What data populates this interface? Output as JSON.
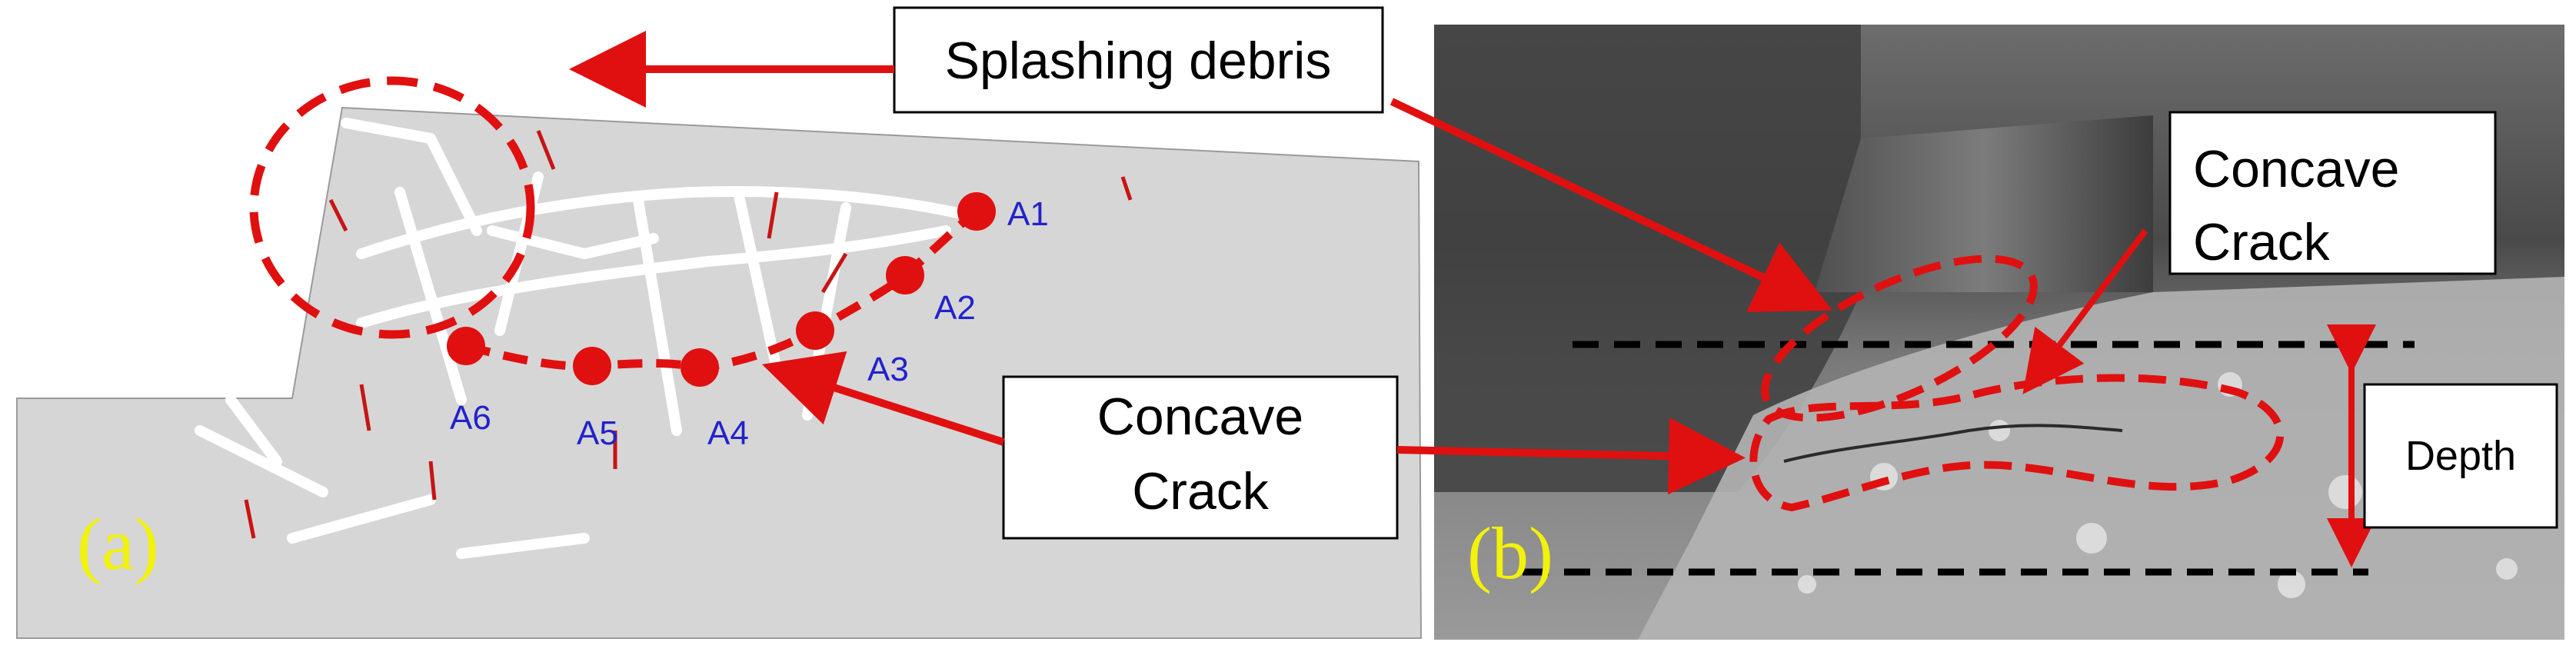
{
  "panels": [
    {
      "label": "(a)"
    },
    {
      "label": "(b)"
    }
  ],
  "callouts": {
    "splashing_debris": "Splashing debris",
    "concave_crack_a": [
      "Concave",
      "Crack"
    ],
    "concave_crack_b": [
      "Concave",
      "Crack"
    ],
    "depth": "Depth"
  },
  "points": [
    "A1",
    "A2",
    "A3",
    "A4",
    "A5",
    "A6"
  ],
  "colors": {
    "annotation_red": "#e01010",
    "point_label_blue": "#2222cc",
    "panel_label_yellow": "#f2f20a",
    "simulation_gray": "#d6d6d6",
    "guide_line_black": "#000000"
  }
}
